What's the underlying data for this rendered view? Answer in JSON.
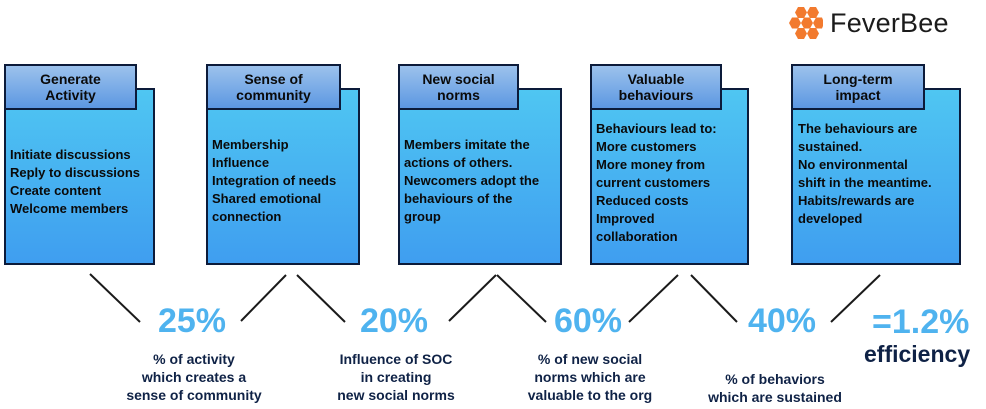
{
  "brand": {
    "name": "FeverBee",
    "logo_icon": "honeycomb-icon",
    "logo_color": "#f27a2e"
  },
  "colors": {
    "box_fill": "#4fb3f1",
    "tab_fill": "#6f9fe2",
    "percent": "#4fb3ef",
    "caption": "#0f2246"
  },
  "stages": [
    {
      "title": "Generate\nActivity",
      "body": [
        "Initiate discussions",
        "Reply to discussions",
        "Create content",
        "Welcome members"
      ]
    },
    {
      "title": "Sense of\ncommunity",
      "body": [
        "Membership",
        "Influence",
        "Integration of needs",
        "Shared emotional",
        "connection"
      ]
    },
    {
      "title": "New social\nnorms",
      "body": [
        "Members imitate the",
        "actions of others.",
        "Newcomers adopt the",
        "behaviours of the",
        "group"
      ]
    },
    {
      "title": "Valuable\nbehaviours",
      "body": [
        "Behaviours lead to:",
        "More customers",
        "More money from",
        "current customers",
        "Reduced costs",
        "Improved",
        "collaboration"
      ]
    },
    {
      "title": "Long-term\nimpact",
      "body": [
        "The behaviours are",
        "sustained.",
        "No environmental",
        "shift in the meantime.",
        "Habits/rewards are",
        "developed"
      ]
    }
  ],
  "rates": [
    {
      "value": "25%",
      "value_fraction": 0.25,
      "description": "% of activity\nwhich creates a\nsense of community"
    },
    {
      "value": "20%",
      "value_fraction": 0.2,
      "description": "Influence of SOC\nin creating\nnew social norms"
    },
    {
      "value": "60%",
      "value_fraction": 0.6,
      "description": "% of new social\nnorms which are\nvaluable to the org"
    },
    {
      "value": "40%",
      "value_fraction": 0.4,
      "description": "% of behaviors\nwhich are sustained"
    }
  ],
  "result": {
    "value": "=1.2%",
    "label": "efficiency"
  }
}
